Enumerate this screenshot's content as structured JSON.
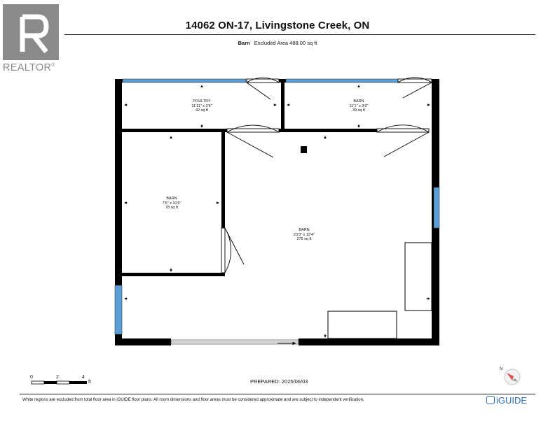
{
  "header": {
    "title": "14062 ON-17, Livingstone Creek, ON",
    "floor_name": "Barn",
    "excluded_area": "Excluded Area 488.00 sq ft"
  },
  "branding": {
    "realtor_label": "REALTOR",
    "realtor_reg": "®",
    "iguide_label": "iGUIDE"
  },
  "rooms": [
    {
      "name": "POULTRY",
      "dims": "11'11\" x 3'6\"",
      "area": "42 sq ft"
    },
    {
      "name": "BARN",
      "dims": "11'1\" x 3'6\"",
      "area": "39 sq ft"
    },
    {
      "name": "BARN",
      "dims": "7'5\" x 10'6\"",
      "area": "78 sq ft"
    },
    {
      "name": "BARN",
      "dims": "23'3\" x 15'4\"",
      "area": "275 sq ft"
    }
  ],
  "scale": {
    "ticks": [
      "0",
      "2",
      "4"
    ],
    "unit": "ft"
  },
  "compass": {
    "north_label": "N"
  },
  "footer": {
    "prepared": "PREPARED: 2025/06/03",
    "disclaimer": "White regions are excluded from total floor area in iGUIDE floor plans. All room dimensions and floor areas must be considered approximate and are subject to independent verification."
  },
  "colors": {
    "window": "#5b9fd6",
    "wall": "#000000",
    "iguide_blue": "#2b6cb0",
    "realtor_gray": "#8a8a8a"
  }
}
